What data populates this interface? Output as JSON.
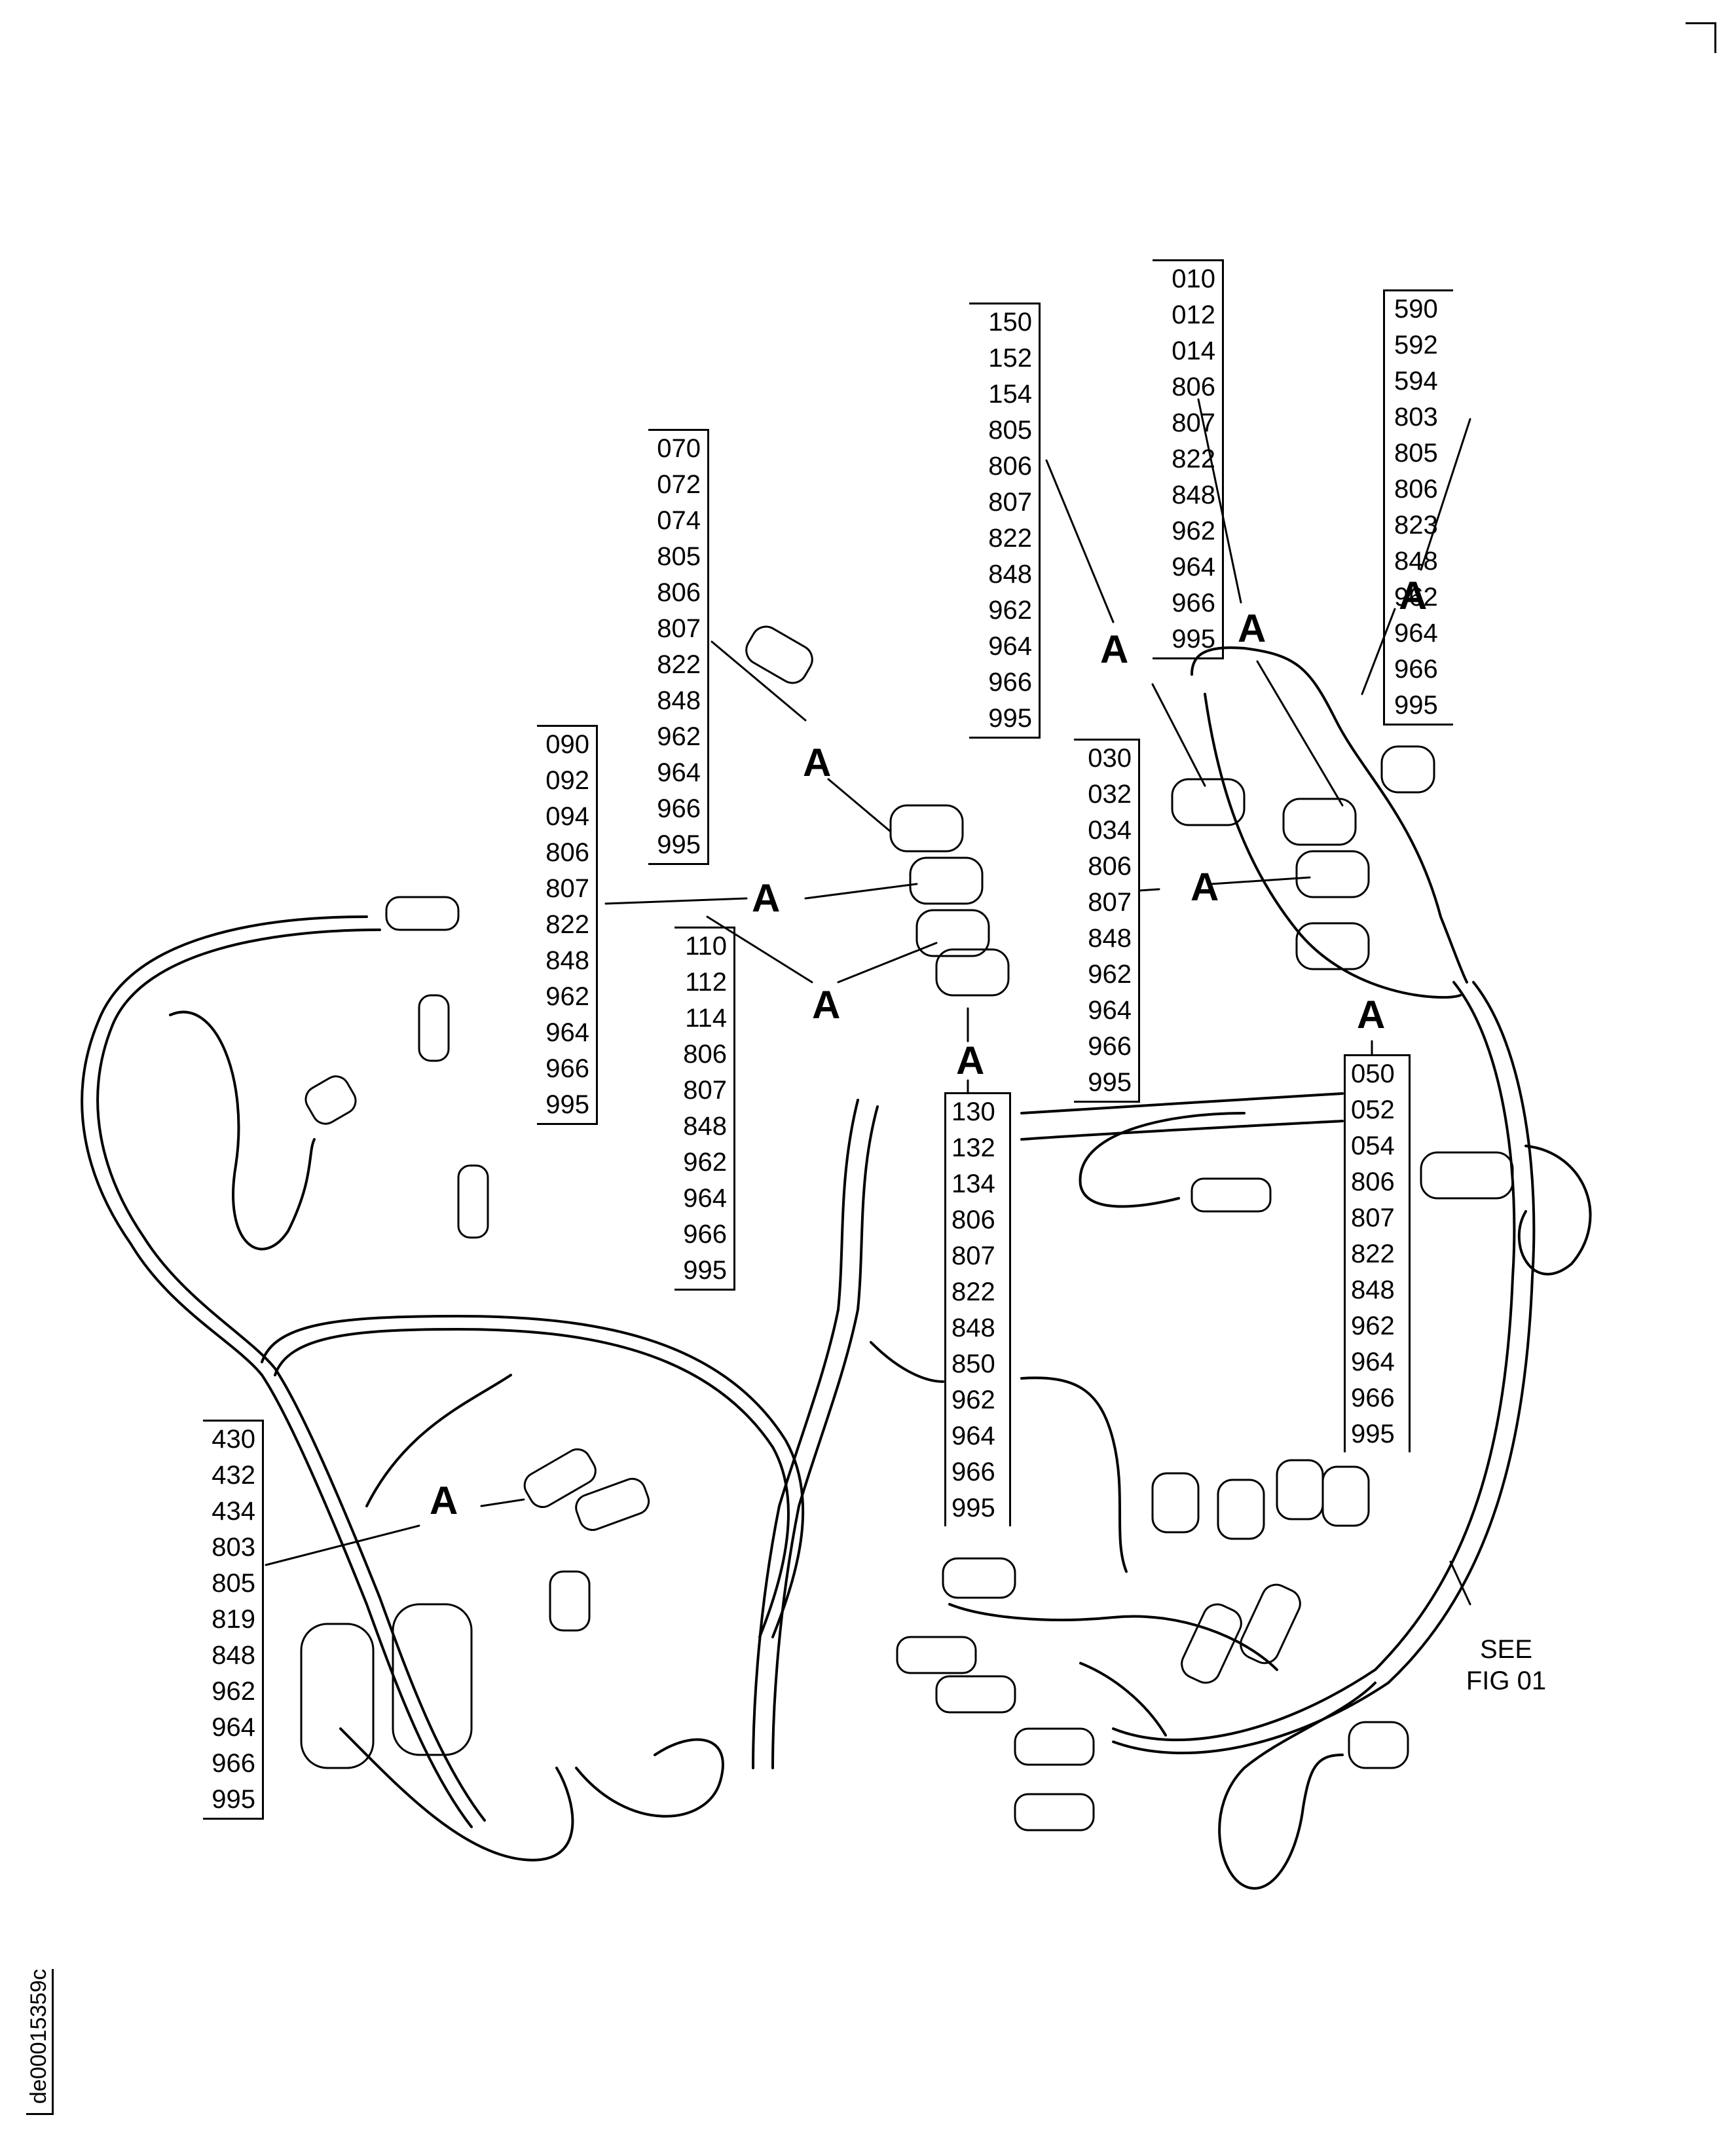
{
  "figure": {
    "doc_id": "de00015359c",
    "reference_note": {
      "line1": "SEE",
      "line2": "FIG 01"
    },
    "callout_letter": "A"
  },
  "callouts": {
    "c010": [
      "010",
      "012",
      "014",
      "806",
      "807",
      "822",
      "848",
      "962",
      "964",
      "966",
      "995"
    ],
    "c590": [
      "590",
      "592",
      "594",
      "803",
      "805",
      "806",
      "823",
      "848",
      "962",
      "964",
      "966",
      "995"
    ],
    "c150": [
      "150",
      "152",
      "154",
      "805",
      "806",
      "807",
      "822",
      "848",
      "962",
      "964",
      "966",
      "995"
    ],
    "c070": [
      "070",
      "072",
      "074",
      "805",
      "806",
      "807",
      "822",
      "848",
      "962",
      "964",
      "966",
      "995"
    ],
    "c090": [
      "090",
      "092",
      "094",
      "806",
      "807",
      "822",
      "848",
      "962",
      "964",
      "966",
      "995"
    ],
    "c110": [
      "110",
      "112",
      "114",
      "806",
      "807",
      "848",
      "962",
      "964",
      "966",
      "995"
    ],
    "c030": [
      "030",
      "032",
      "034",
      "806",
      "807",
      "848",
      "962",
      "964",
      "966",
      "995"
    ],
    "c130": [
      "130",
      "132",
      "134",
      "806",
      "807",
      "822",
      "848",
      "850",
      "962",
      "964",
      "966",
      "995"
    ],
    "c050": [
      "050",
      "052",
      "054",
      "806",
      "807",
      "822",
      "848",
      "962",
      "964",
      "966",
      "995"
    ],
    "c430": [
      "430",
      "432",
      "434",
      "803",
      "805",
      "819",
      "848",
      "962",
      "964",
      "966",
      "995"
    ]
  }
}
